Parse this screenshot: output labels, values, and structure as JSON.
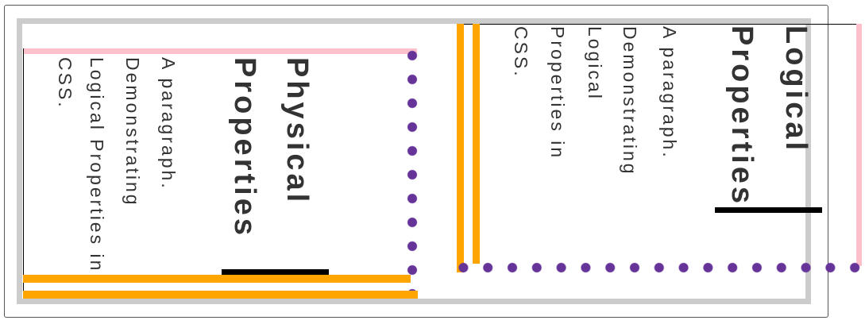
{
  "physical": {
    "heading_lines": [
      "Physical",
      "Properties"
    ],
    "paragraph_lines": [
      "A paragraph.",
      "Demonstrating",
      "Logical Properties in",
      "CSS."
    ]
  },
  "logical": {
    "heading_lines": [
      "Logical",
      "Properties"
    ],
    "paragraph_lines": [
      "A paragraph.",
      "Demonstrating",
      "Logical",
      "Properties in",
      "CSS."
    ]
  },
  "colors": {
    "pink": "#ffc0cb",
    "orange": "#ffa500",
    "purple": "#663399",
    "gray": "#cccccc"
  }
}
